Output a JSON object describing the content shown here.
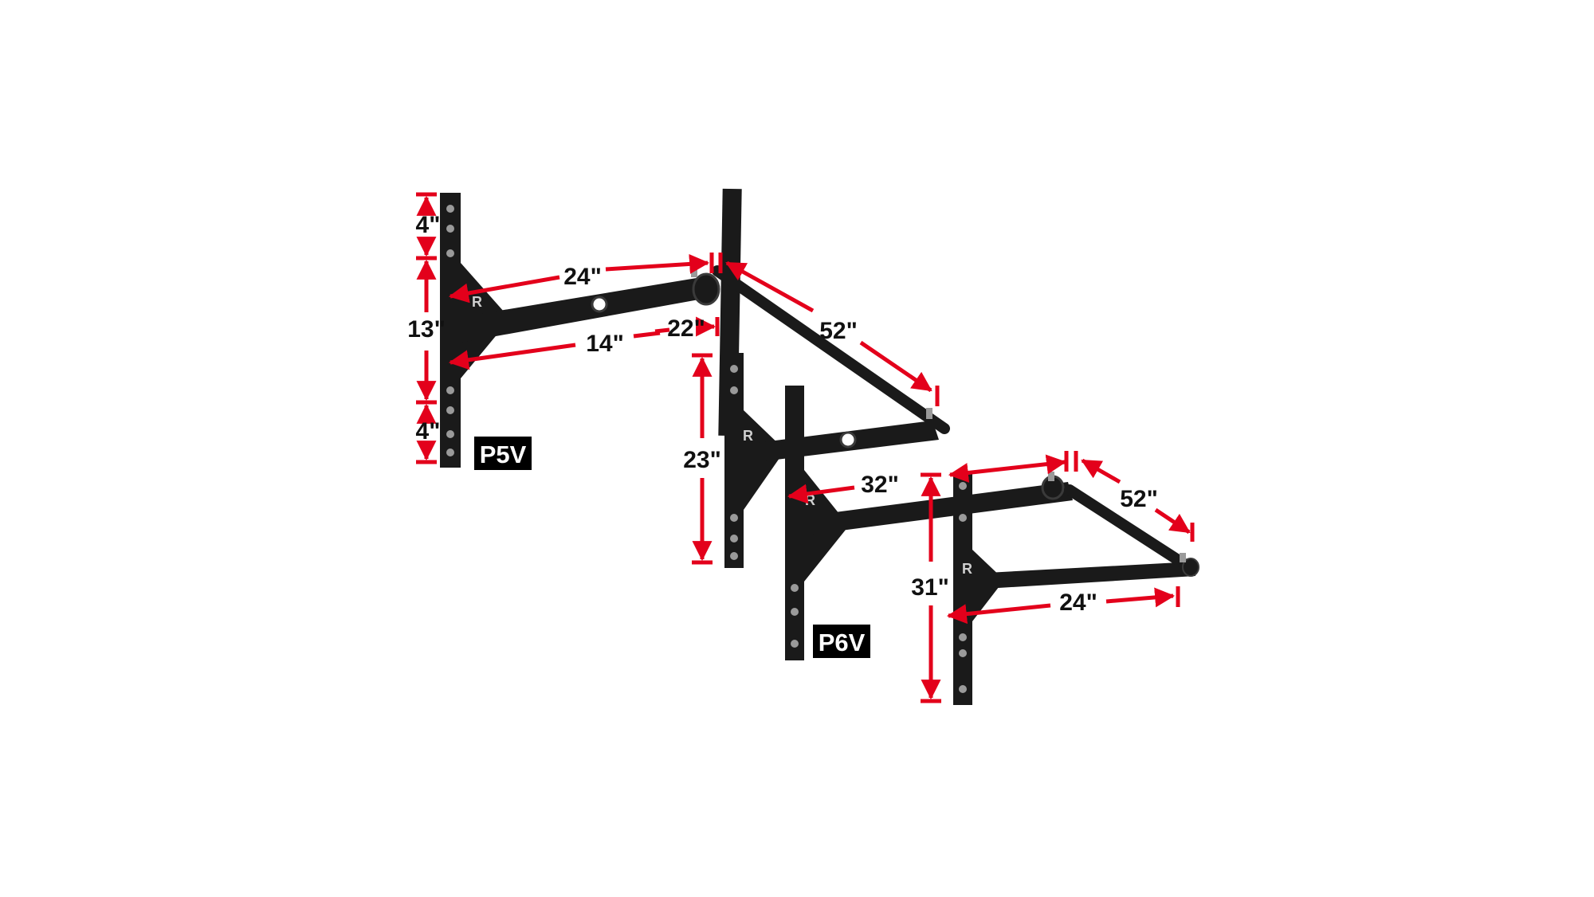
{
  "colors": {
    "dimension": "#e3001b",
    "steel": "#1a1a1a",
    "steel_edge": "#3a3a3a",
    "bolt": "#9a9a9a",
    "badge_bg": "#000000",
    "badge_fg": "#ffffff",
    "text": "#111111"
  },
  "logo": "R",
  "models": [
    {
      "id": "p5v",
      "badge": "P5V",
      "dims": {
        "top_offset": "4\"",
        "bracket_height": "13\"",
        "bottom_offset": "4\"",
        "arm_top": "24\"",
        "arm_bottom": "14\"",
        "arm_drop": "22\"",
        "bar_width": "52\""
      }
    },
    {
      "id": "p6v",
      "badge": "P6V",
      "dims": {
        "mount_height": "23\"",
        "arm_top": "32\"",
        "bar_width": "52\"",
        "drop_height": "31\"",
        "arm_bottom": "24\""
      }
    }
  ]
}
